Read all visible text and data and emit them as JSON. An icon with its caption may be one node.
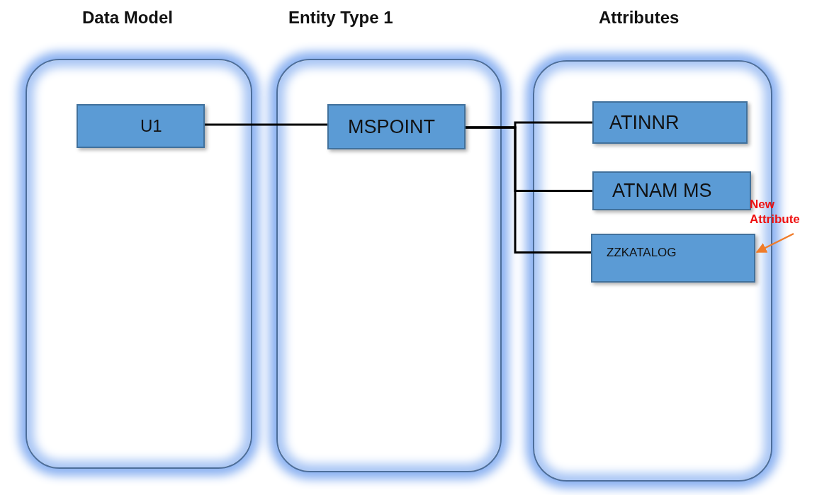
{
  "diagram": {
    "nodes": [
      {
        "text": [
          "Data Model"
        ]
      },
      {
        "text": [
          "Entity Type 1"
        ]
      },
      {
        "text": [
          "Attributes"
        ]
      },
      {
        "text": [
          "U1"
        ],
        "in": 0
      },
      {
        "text": [
          "MSPOINT"
        ],
        "in": 1
      },
      {
        "text": [
          "ATINNR"
        ],
        "in": 2
      },
      {
        "text": [
          "ATNAM  MS"
        ],
        "in": 2
      },
      {
        "text": [
          "ZZKATALOG"
        ],
        "in": 2
      },
      {
        "text": [
          "New Attribute"
        ]
      }
    ],
    "edges": [
      {
        "from": 3,
        "to": 4,
        "arrow": "none"
      },
      {
        "from": 4,
        "to": 5,
        "arrow": "none"
      },
      {
        "from": 4,
        "to": 6,
        "arrow": "none"
      },
      {
        "from": 4,
        "to": 7,
        "arrow": "none"
      },
      {
        "from": 8,
        "to": 7,
        "arrow": "to",
        "color": "#f07c2a"
      }
    ]
  }
}
